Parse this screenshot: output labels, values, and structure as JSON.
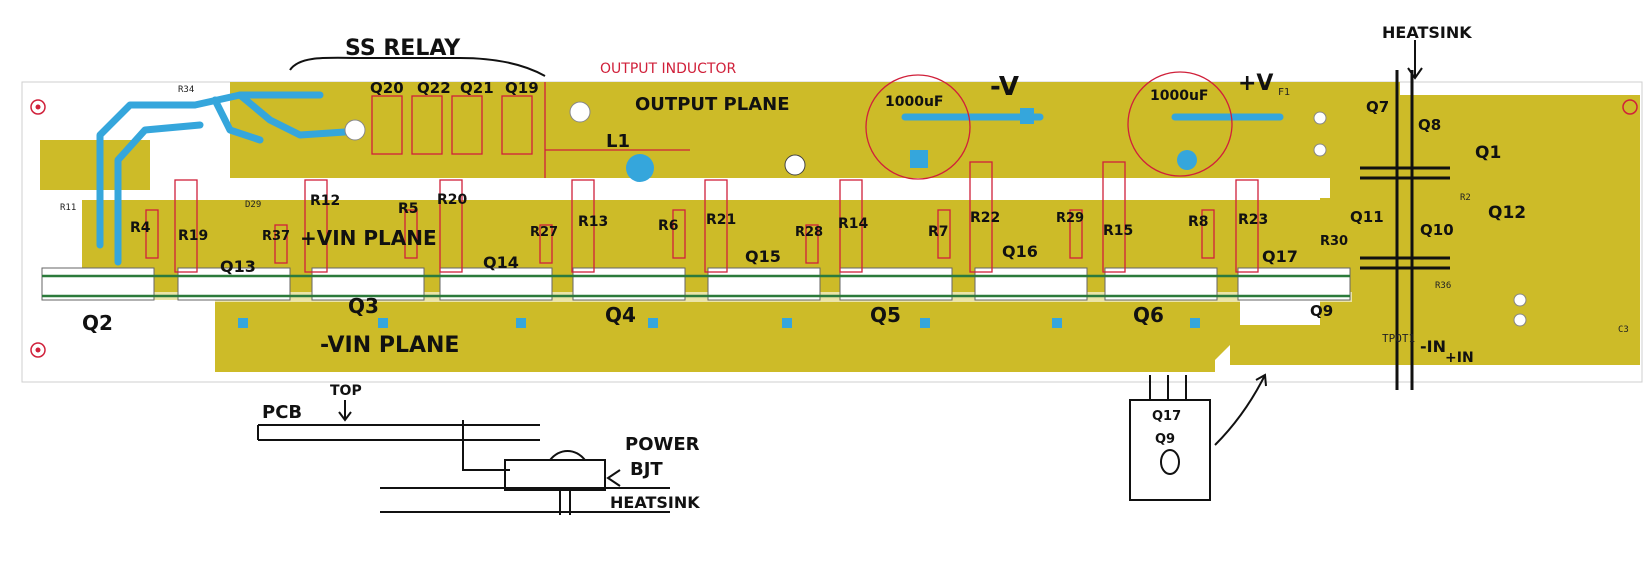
{
  "colors": {
    "plane": "#cdbb28",
    "plane_dark": "#b9a51c",
    "trace_blue": "#35a6dc",
    "ink": "#111111",
    "red_ink": "#d0203a",
    "green_line": "#2b7a3b"
  },
  "annotations": {
    "ss_relay": "SS RELAY",
    "output_inductor": "OUTPUT INDUCTOR",
    "output_plane": "OUTPUT PLANE",
    "cap_left": "1000uF",
    "minus_v": "-V",
    "cap_right": "1000uF",
    "plus_v": "+V",
    "heatsink_top": "HEATSINK",
    "plus_vin_plane": "+VIN PLANE",
    "minus_vin_plane": "-VIN PLANE",
    "l1": "L1",
    "f1": "F1",
    "pcb": "PCB",
    "top": "TOP",
    "power_bjt_1": "POWER",
    "power_bjt_2": "BJT",
    "heatsink_bottom": "HEATSINK",
    "minus_in": "-IN",
    "plus_in": "+IN",
    "tpot": "TPOT1",
    "inset_q17": "Q17",
    "inset_q9": "Q9"
  },
  "relay_transistors": [
    "Q20",
    "Q22",
    "Q21",
    "Q19"
  ],
  "resistor_labels": [
    "R4",
    "R19",
    "R37",
    "R12",
    "R5",
    "R20",
    "R27",
    "R13",
    "R6",
    "R21",
    "R28",
    "R14",
    "R7",
    "R22",
    "R29",
    "R15",
    "R8",
    "R23",
    "R30"
  ],
  "upper_transistor_labels": [
    "Q13",
    "Q14",
    "Q15",
    "Q16",
    "Q17"
  ],
  "lower_transistor_labels": [
    "Q2",
    "Q3",
    "Q4",
    "Q5",
    "Q6"
  ],
  "right_transistor_labels": [
    "Q7",
    "Q8",
    "Q1",
    "Q11",
    "Q10",
    "Q12",
    "Q9"
  ],
  "silkscreen_labels": [
    "R34",
    "R11",
    "D29",
    "R36",
    "C3",
    "R2"
  ]
}
